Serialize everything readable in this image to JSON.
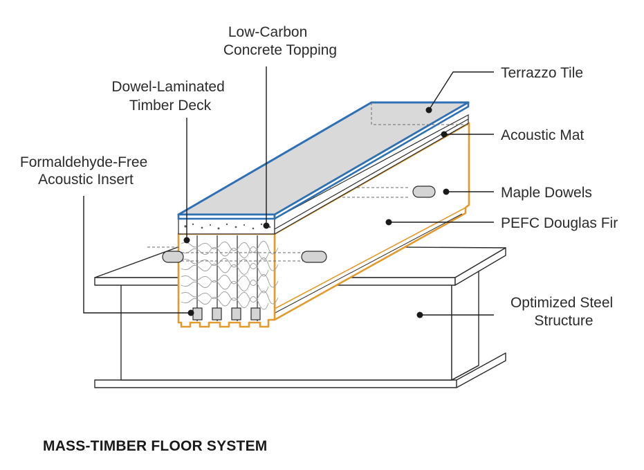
{
  "diagram": {
    "title": "MASS-TIMBER FLOOR SYSTEM",
    "labels": {
      "low_carbon_concrete": [
        "Low-Carbon",
        "Concrete Topping"
      ],
      "dowel_laminated_timber": [
        "Dowel-Laminated",
        "Timber Deck"
      ],
      "formaldehyde_free_insert": [
        "Formaldehyde-Free",
        "Acoustic Insert"
      ],
      "terrazzo_tile": [
        "Terrazzo Tile"
      ],
      "acoustic_mat": [
        "Acoustic Mat"
      ],
      "maple_dowels": [
        "Maple Dowels"
      ],
      "pefc_douglas_fir": [
        "PEFC Douglas Fir"
      ],
      "optimized_steel_structure": [
        "Optimized Steel",
        "Structure"
      ]
    },
    "colors": {
      "terrazzo_outline": "#2f6fb3",
      "timber_outline": "#e39a2c",
      "tile_fill": "#d9d9d9",
      "line": "#1a1a1a"
    }
  }
}
